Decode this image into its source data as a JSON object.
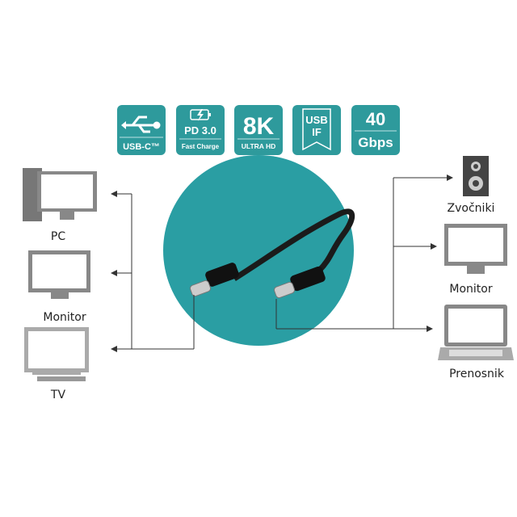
{
  "badges": [
    {
      "icon": "usb-icon",
      "bottom": "USB-C™"
    },
    {
      "icon": "battery-charge-icon",
      "top": "PD 3.0",
      "bottom": "Fast Charge"
    },
    {
      "top": "8K",
      "bottom": "ULTRA HD"
    },
    {
      "top": "USB",
      "bottom": "IF"
    },
    {
      "top": "40",
      "bottom": "Gbps"
    }
  ],
  "left_devices": [
    {
      "label": "PC"
    },
    {
      "label": "Monitor"
    },
    {
      "label": "TV"
    }
  ],
  "right_devices": [
    {
      "label": "Zvočniki"
    },
    {
      "label": "Monitor"
    },
    {
      "label": "Prenosnik"
    }
  ],
  "colors": {
    "teal": "#2e9a9c",
    "circle": "#2a9ea3"
  }
}
